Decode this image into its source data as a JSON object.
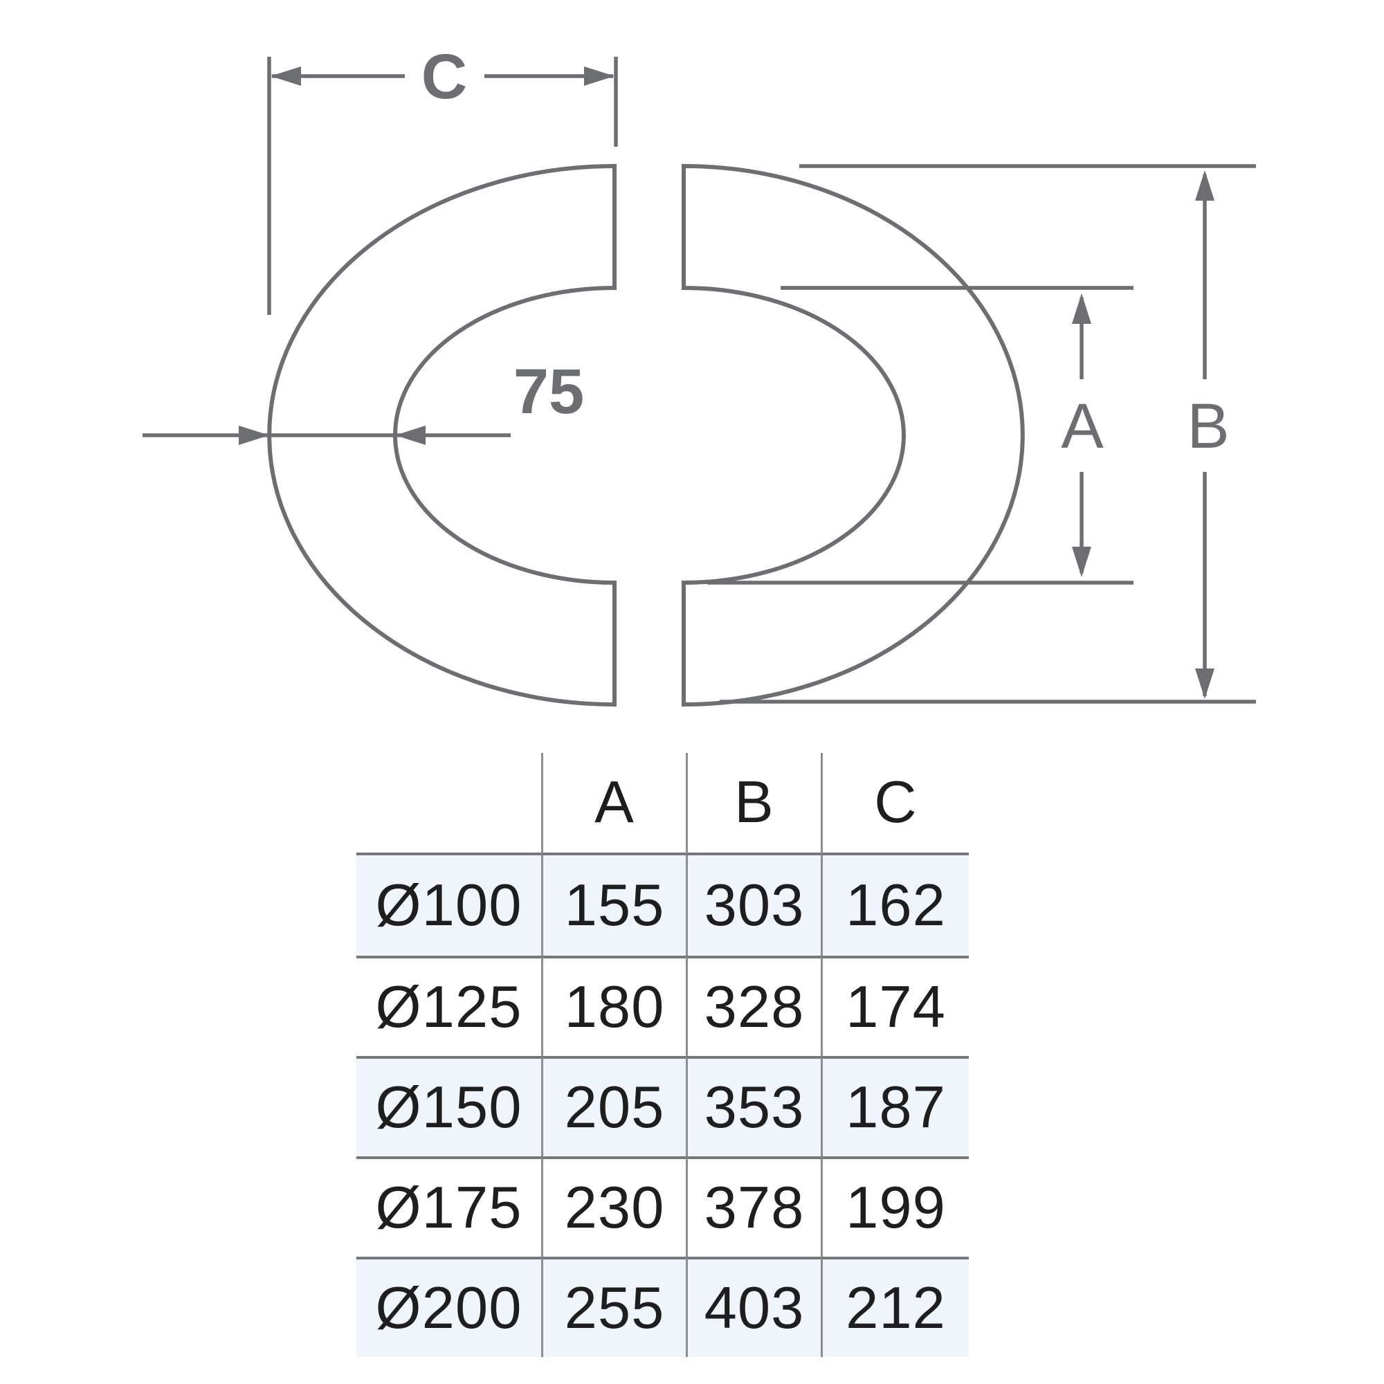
{
  "diagram": {
    "stroke_color": "#6d6e71",
    "labels": {
      "top_width": "C",
      "ring_band_width": "75",
      "inner_height": "A",
      "outer_height": "B"
    }
  },
  "table": {
    "shade_color": "#eff5fa",
    "headers": [
      "A",
      "B",
      "C"
    ],
    "rows": [
      {
        "dia": "Ø100",
        "a": "155",
        "b": "303",
        "c": "162"
      },
      {
        "dia": "Ø125",
        "a": "180",
        "b": "328",
        "c": "174"
      },
      {
        "dia": "Ø150",
        "a": "205",
        "b": "353",
        "c": "187"
      },
      {
        "dia": "Ø175",
        "a": "230",
        "b": "378",
        "c": "199"
      },
      {
        "dia": "Ø200",
        "a": "255",
        "b": "403",
        "c": "212"
      }
    ]
  }
}
